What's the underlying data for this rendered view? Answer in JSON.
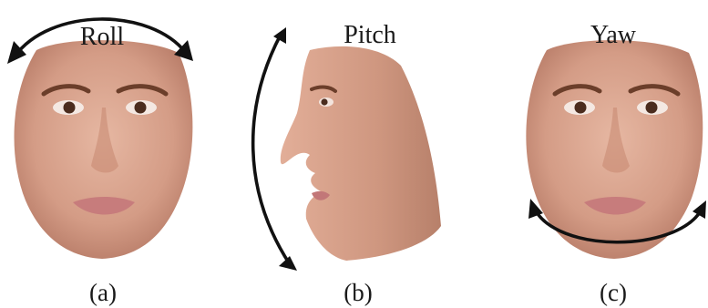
{
  "panels": [
    {
      "title": "Roll",
      "caption": "(a)"
    },
    {
      "title": "Pitch",
      "caption": "(b)"
    },
    {
      "title": "Yaw",
      "caption": "(c)"
    }
  ],
  "colors": {
    "skin": "#d9a48e",
    "skin_shadow": "#b87c68",
    "lips": "#c97f7f",
    "hair": "#7a4a33",
    "arrow": "#111111"
  }
}
